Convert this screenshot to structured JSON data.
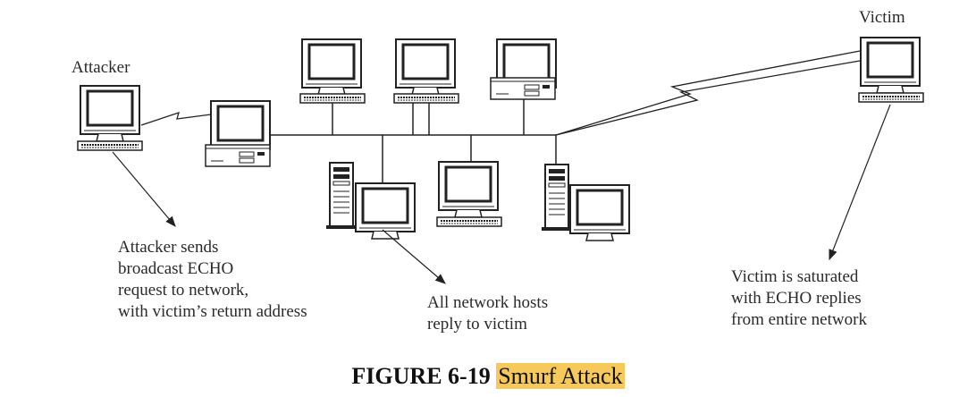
{
  "labels": {
    "attacker": "Attacker",
    "victim": "Victim"
  },
  "annotations": {
    "attacker_note": [
      "Attacker sends",
      "broadcast ECHO",
      "request to network,",
      "with victim’s return address"
    ],
    "hosts_note": [
      "All network hosts",
      "reply to victim"
    ],
    "victim_note": [
      "Victim is saturated",
      "with ECHO replies",
      "from entire network"
    ]
  },
  "caption": {
    "number": "FIGURE 6-19",
    "title": "Smurf Attack"
  },
  "colors": {
    "stroke": "#222222",
    "highlight": "#f7c85a"
  }
}
